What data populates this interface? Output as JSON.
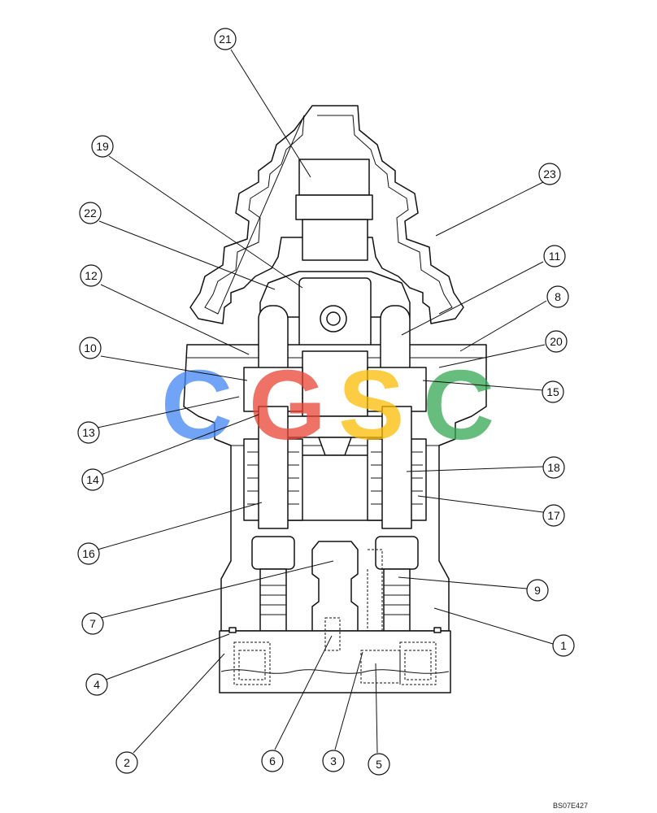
{
  "figure_code": "BS07E427",
  "watermark": {
    "letters": [
      "C",
      "G",
      "S",
      "C"
    ],
    "colors": [
      "#4285F4",
      "#EA4335",
      "#FBBC05",
      "#34A853"
    ]
  },
  "callouts": [
    "1",
    "2",
    "3",
    "4",
    "5",
    "6",
    "7",
    "8",
    "9",
    "10",
    "11",
    "12",
    "13",
    "14",
    "15",
    "16",
    "17",
    "18",
    "19",
    "20",
    "21",
    "22",
    "23"
  ]
}
